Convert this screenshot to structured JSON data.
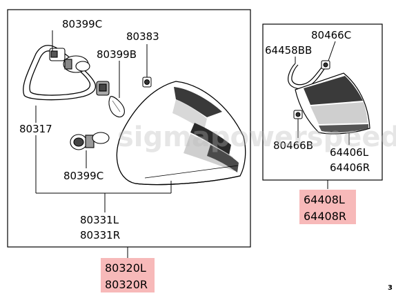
{
  "watermark": "sigmapowerspeed.co.jp",
  "page_number": "3",
  "left_group": {
    "labels": {
      "socket_upper": "80399C",
      "bulb_upper": "80399B",
      "clip": "80383",
      "holder": "80317",
      "socket_lower": "80399C",
      "lens_l": "80331L",
      "lens_r": "80331R"
    },
    "assembly_l": "80320L",
    "assembly_r": "80320R"
  },
  "right_group": {
    "labels": {
      "nut_upper": "80466C",
      "bracket": "64458BB",
      "nut_lower": "80466B",
      "lamp_l": "64406L",
      "lamp_r": "64406R"
    },
    "assembly_l": "64408L",
    "assembly_r": "64408R"
  },
  "colors": {
    "highlight": "#f7b9b9",
    "line": "#000000",
    "lens_dark": "#3a3a3a",
    "lens_light": "#d8d8d8"
  }
}
